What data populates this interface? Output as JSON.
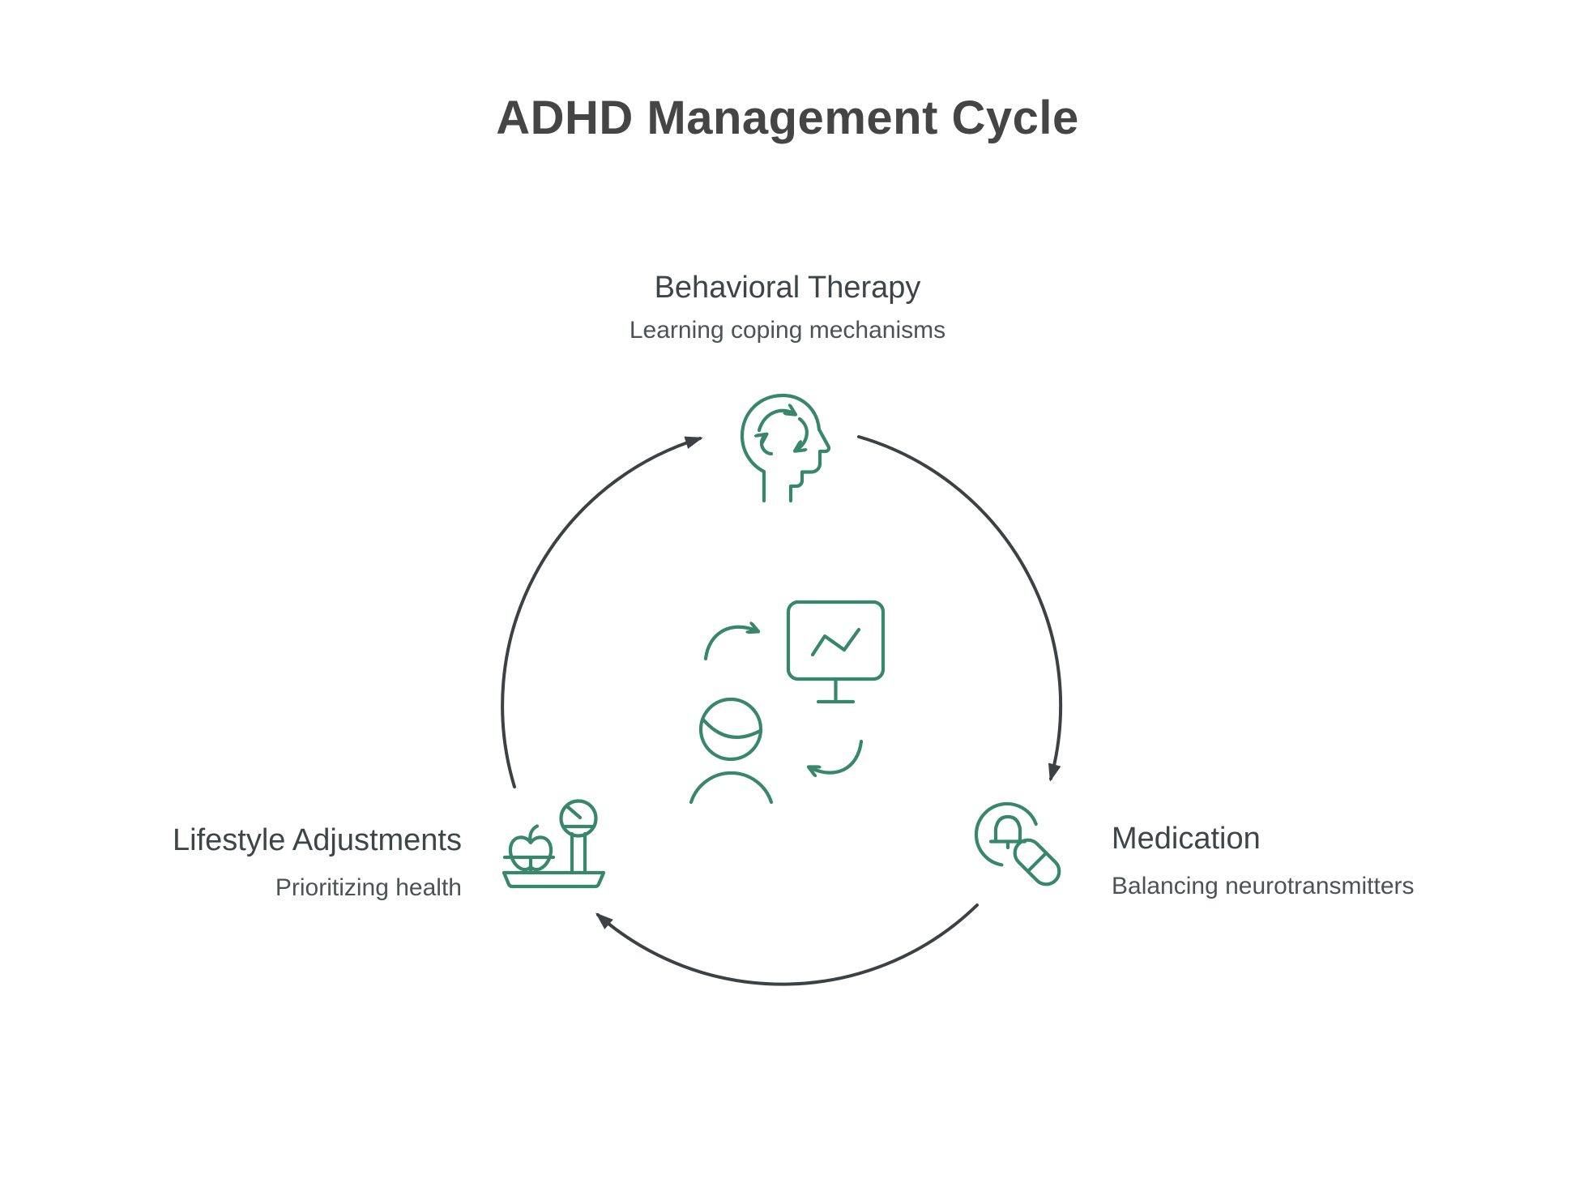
{
  "page": {
    "title": "ADHD Management Cycle",
    "background": "#ffffff"
  },
  "colors": {
    "accent_green": "#38866b",
    "arc_gray": "#3d4144",
    "title_gray": "#454545",
    "label_gray": "#3f4447",
    "sublabel_gray": "#4d5255",
    "page_bg": "#ffffff"
  },
  "nodes": [
    {
      "label": "Behavioral Therapy",
      "description": "Learning coping mechanisms",
      "icon": "head-refresh-icon",
      "position": "top"
    },
    {
      "label": "Medication",
      "description": "Balancing neurotransmitters",
      "icon": "bell-pill-icon",
      "position": "bottom-right"
    },
    {
      "label": "Lifestyle Adjustments",
      "description": "Prioritizing health",
      "icon": "scale-apple-icon",
      "position": "bottom-left"
    }
  ],
  "center": {
    "icon": "person-presentation-cycle-icon"
  },
  "flow": {
    "direction": "clockwise",
    "connections": [
      "lifestyle-adjustments -> behavioral-therapy",
      "behavioral-therapy -> medication",
      "medication -> lifestyle-adjustments"
    ]
  }
}
